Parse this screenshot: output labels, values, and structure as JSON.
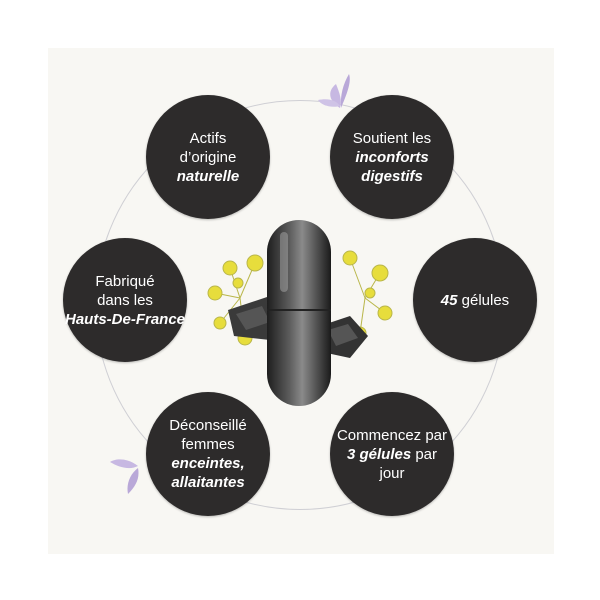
{
  "accent_color": "#b9a8d8",
  "badge_color": "#2d2b2b",
  "badges": {
    "actifs": {
      "line1": "Actifs",
      "line2": "d’origine",
      "line3": "naturelle"
    },
    "soutient": {
      "line1": "Soutient les",
      "line2": "inconforts",
      "line3": "digestifs"
    },
    "fabrique": {
      "line1": "Fabriqué",
      "line2": "dans les",
      "line3": "Hauts-De-France"
    },
    "gelules": {
      "number": "45",
      "word": " gélules"
    },
    "deconseille": {
      "line1": "Déconseillé",
      "line2": "femmes",
      "line3": "enceintes,",
      "line4": "allaitantes"
    },
    "commencez": {
      "line1": "Commencez par",
      "line2_emph": "3 gélules",
      "line2_rest": " par",
      "line3": "jour"
    }
  },
  "icons": [
    "lavender-leaf-icon",
    "capsule-icon",
    "fennel-flower-icon",
    "charcoal-icon"
  ]
}
